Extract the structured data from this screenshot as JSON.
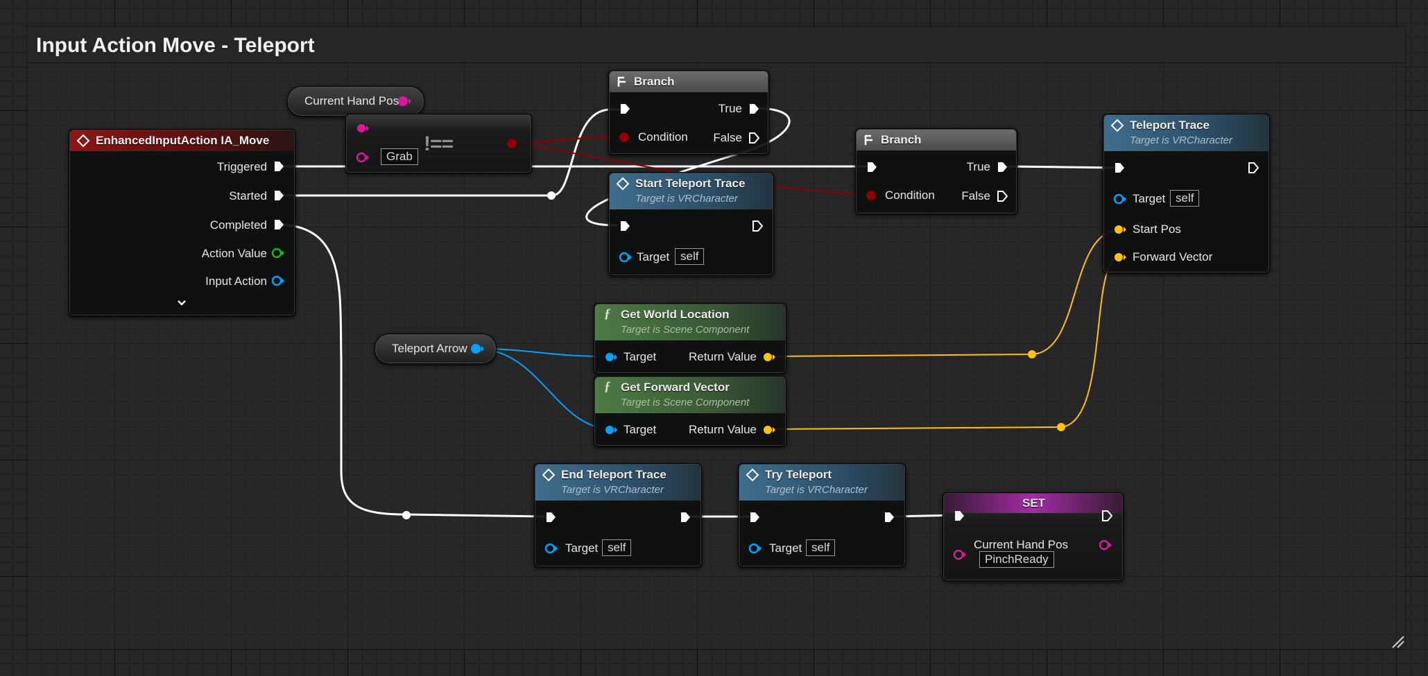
{
  "comment": {
    "title": "Input Action Move - Teleport"
  },
  "colors": {
    "exec": "#ffffff",
    "bool": "#8c0000",
    "object": "#00a1ff",
    "vector": "#ffc20c",
    "enum": "#d8199b",
    "struct": "#1fb21f"
  },
  "nodes": {
    "input_event": {
      "title": "EnhancedInputAction IA_Move",
      "pins": {
        "triggered": "Triggered",
        "started": "Started",
        "completed": "Completed",
        "action_value": "Action Value",
        "input_action": "Input Action"
      },
      "expand_icon": "chevron-down-icon"
    },
    "var_current_hand_pos": {
      "label": "Current Hand Pos"
    },
    "compare_enum": {
      "operator": "!==",
      "b_value": "Grab"
    },
    "branch1": {
      "title": "Branch",
      "true_label": "True",
      "condition_label": "Condition",
      "false_label": "False"
    },
    "start_trace": {
      "title": "Start Teleport Trace",
      "subtitle": "Target is VRCharacter",
      "target_label": "Target",
      "target_value": "self"
    },
    "branch2": {
      "title": "Branch",
      "true_label": "True",
      "condition_label": "Condition",
      "false_label": "False"
    },
    "teleport_trace": {
      "title": "Teleport Trace",
      "subtitle": "Target is VRCharacter",
      "target_label": "Target",
      "target_value": "self",
      "start_pos_label": "Start Pos",
      "forward_vector_label": "Forward Vector"
    },
    "var_teleport_arrow": {
      "label": "Teleport Arrow"
    },
    "get_world_location": {
      "title": "Get World Location",
      "subtitle": "Target is Scene Component",
      "target_label": "Target",
      "return_label": "Return Value"
    },
    "get_forward_vector": {
      "title": "Get Forward Vector",
      "subtitle": "Target is Scene Component",
      "target_label": "Target",
      "return_label": "Return Value"
    },
    "end_trace": {
      "title": "End Teleport Trace",
      "subtitle": "Target is VRCharacter",
      "target_label": "Target",
      "target_value": "self"
    },
    "try_teleport": {
      "title": "Try Teleport",
      "subtitle": "Target is VRCharacter",
      "target_label": "Target",
      "target_value": "self"
    },
    "set_node": {
      "title": "SET",
      "var_label": "Current Hand Pos",
      "value": "PinchReady"
    }
  }
}
